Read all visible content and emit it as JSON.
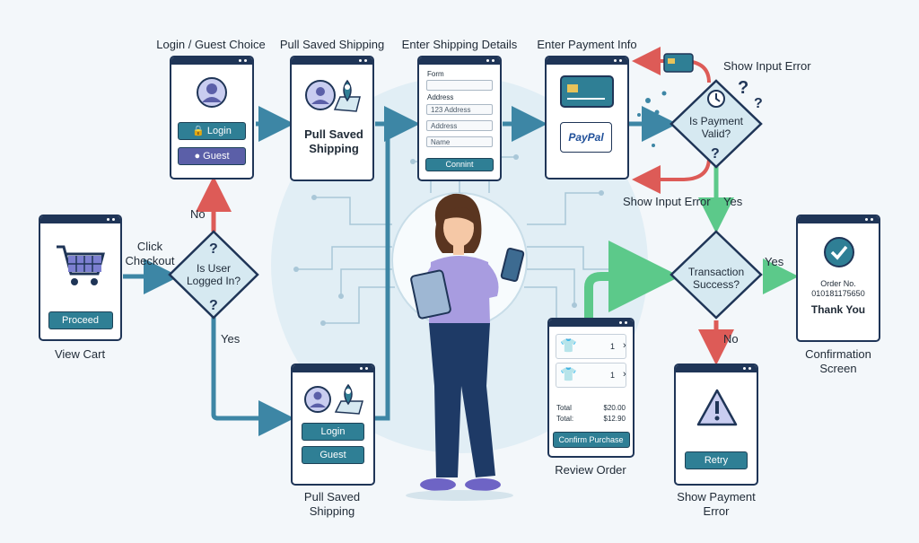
{
  "labels": {
    "view_cart": "View Cart",
    "click_checkout": "Click Checkout",
    "is_user_logged_in": "Is User Logged In?",
    "no_left": "No",
    "yes_left": "Yes",
    "login_guest_choice": "Login / Guest Choice",
    "pull_saved_shipping_top": "Pull Saved Shipping",
    "enter_shipping_details": "Enter Shipping Details",
    "enter_payment_info": "Enter Payment Info",
    "show_input_error_top": "Show Input Error",
    "show_input_error_bottom": "Show Input Error",
    "is_payment_valid": "Is Payment Valid?",
    "yes_payment": "Yes",
    "transaction_success": "Transaction Success?",
    "yes_transaction": "Yes",
    "no_transaction": "No",
    "review_order": "Review Order",
    "pull_saved_shipping_bottom": "Pull Saved Shipping",
    "show_payment_error": "Show Payment Error",
    "confirmation_screen": "Confirmation Screen"
  },
  "cart_screen": {
    "button": "Proceed"
  },
  "login_screen": {
    "login": "Login",
    "guest": "Guest"
  },
  "pull_screen_top": {
    "text": "Pull Saved Shipping"
  },
  "pull_screen_bottom": {
    "login": "Login",
    "guest": "Guest"
  },
  "shipping_form": {
    "form_label": "Form",
    "address_label": "Address",
    "address_value": "123 Address",
    "address_placeholder": "Address",
    "name_placeholder": "Name",
    "submit": "Connint"
  },
  "payment_screen": {
    "paypal": "PayPal"
  },
  "review_screen": {
    "qty1": "1",
    "qty2": "1",
    "total_label_1": "Total",
    "total_value_1": "$20.00",
    "total_label_2": "Total:",
    "total_value_2": "$12.90",
    "confirm": "Confirm Purchase"
  },
  "error_screen": {
    "retry": "Retry"
  },
  "confirmation": {
    "order_label": "Order No.",
    "order_number": "010181175650",
    "thank_you": "Thank You"
  },
  "colors": {
    "navy": "#1f3557",
    "teal": "#2f7f95",
    "purple": "#5b5fa8",
    "arrow_blue": "#3d86a5",
    "arrow_red": "#dd5b57",
    "arrow_green": "#5cc98a"
  },
  "icons": [
    "cart-icon",
    "user-icon",
    "lock-icon",
    "map-pin-icon",
    "credit-card-icon",
    "clock-icon",
    "shirt-icon",
    "warning-icon",
    "check-icon",
    "chevron-right-icon"
  ]
}
